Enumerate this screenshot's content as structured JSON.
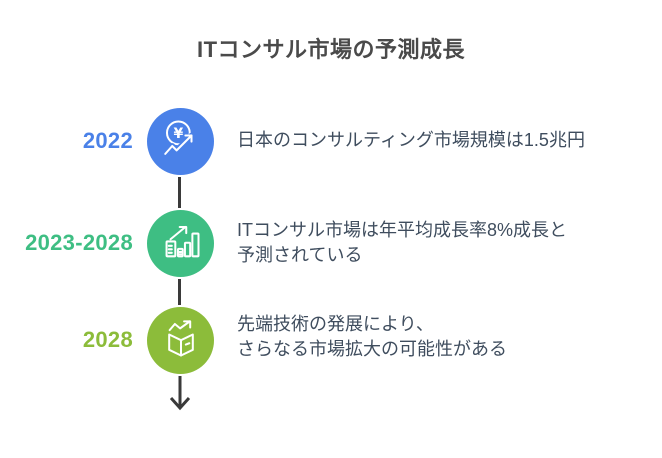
{
  "title": "ITコンサル市場の予測成長",
  "colors": {
    "accent_blue": "#4a81e8",
    "accent_green": "#3ebe83",
    "accent_olive": "#8cbc3a",
    "body_text": "#3f4d5e",
    "title_text": "#4a4a4a",
    "connector": "#3a3a3a",
    "background": "#ffffff"
  },
  "timeline": {
    "items": [
      {
        "year": "2022",
        "icon": "yen-coin-growth-icon",
        "color": "#4a81e8",
        "lines": [
          "日本のコンサルティング市場規模は1.5兆円"
        ]
      },
      {
        "year": "2023-2028",
        "icon": "bar-chart-growth-icon",
        "color": "#3ebe83",
        "lines": [
          "ITコンサル市場は年平均成長率8%成長と",
          "予測されている"
        ]
      },
      {
        "year": "2028",
        "icon": "open-box-growth-icon",
        "color": "#8cbc3a",
        "lines": [
          "先端技術の発展により、",
          "さらなる市場拡大の可能性がある"
        ]
      }
    ],
    "end_marker": "down-arrow"
  }
}
